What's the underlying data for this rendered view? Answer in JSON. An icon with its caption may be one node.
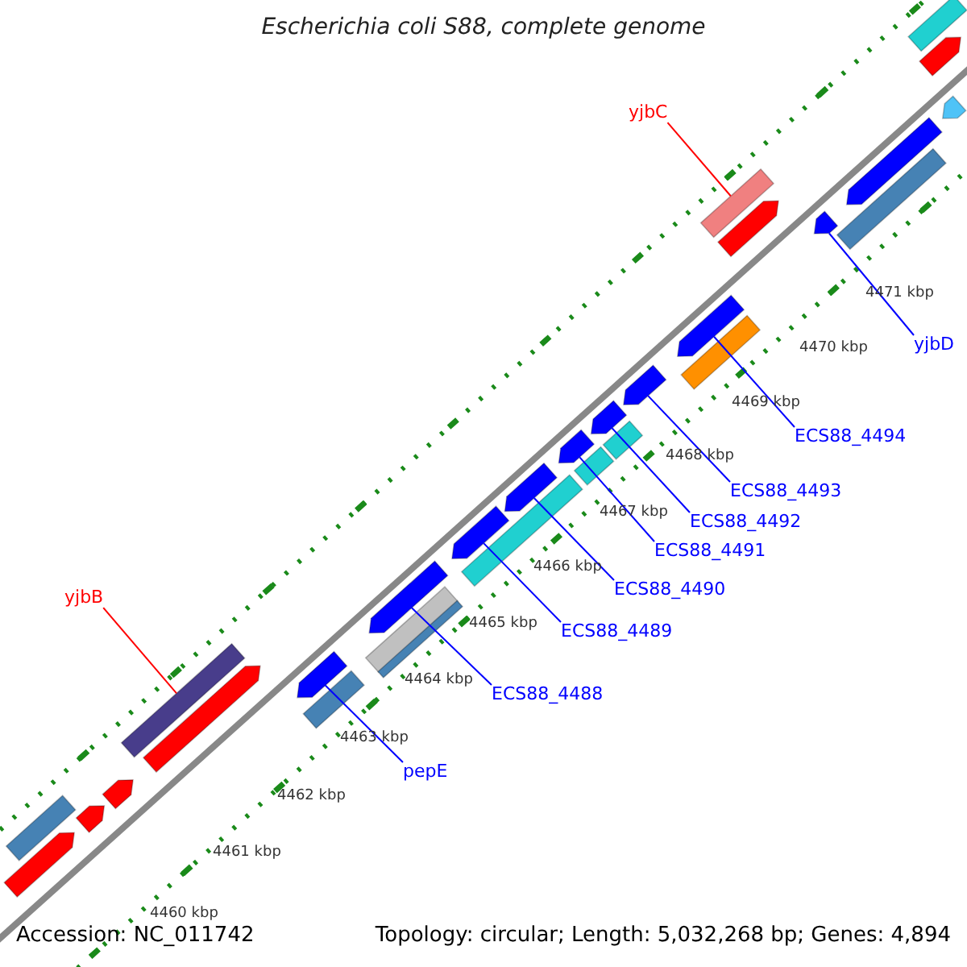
{
  "diagram": {
    "title": "Escherichia coli S88, complete genome",
    "nodes": [
      {
        "text": [
          "yjbC"
        ]
      },
      {
        "text": [
          "yjbD"
        ]
      },
      {
        "text": [
          "ECS88_4494"
        ]
      },
      {
        "text": [
          "ECS88_4493"
        ]
      },
      {
        "text": [
          "ECS88_4492"
        ]
      },
      {
        "text": [
          "ECS88_4491"
        ]
      },
      {
        "text": [
          "ECS88_4490"
        ]
      },
      {
        "text": [
          "ECS88_4489"
        ]
      },
      {
        "text": [
          "ECS88_4488"
        ]
      },
      {
        "text": [
          "pepE"
        ]
      },
      {
        "text": [
          "yjbB"
        ]
      },
      {
        "text": [],
        "shape": "arrow"
      },
      {
        "text": [],
        "shape": "bar"
      },
      {
        "text": [],
        "shape": "arrow"
      },
      {
        "text": [],
        "shape": "arrow"
      },
      {
        "text": [],
        "shape": "bar"
      },
      {
        "text": [],
        "shape": "arrow"
      },
      {
        "text": [],
        "shape": "arrow"
      },
      {
        "text": [],
        "shape": "bar"
      },
      {
        "text": [],
        "shape": "arrow"
      },
      {
        "text": [],
        "shape": "bar"
      },
      {
        "text": [],
        "shape": "bar"
      },
      {
        "text": [],
        "shape": "arrow"
      },
      {
        "text": [],
        "shape": "bar"
      },
      {
        "text": [],
        "shape": "arrow"
      },
      {
        "text": [],
        "shape": "arrow"
      },
      {
        "text": [],
        "shape": "bar"
      },
      {
        "text": [],
        "shape": "arrow"
      },
      {
        "text": [],
        "shape": "bar"
      },
      {
        "text": [],
        "shape": "arrow"
      },
      {
        "text": [],
        "shape": "arrow"
      },
      {
        "text": [],
        "shape": "bar"
      },
      {
        "text": [],
        "shape": "bar"
      },
      {
        "text": [],
        "shape": "arrow"
      },
      {
        "text": [],
        "shape": "arrow"
      },
      {
        "text": [],
        "shape": "bar"
      },
      {
        "text": [],
        "shape": "arrow"
      },
      {
        "text": [],
        "shape": "bar"
      },
      {
        "text": [],
        "shape": "arrow"
      },
      {
        "text": [],
        "shape": "arrow"
      }
    ],
    "edges": [
      {
        "from": 0,
        "to": 32,
        "arrow": "none",
        "color": "#ff0000"
      },
      {
        "from": 1,
        "to": 34,
        "arrow": "none"
      },
      {
        "from": 2,
        "to": 30,
        "arrow": "none"
      },
      {
        "from": 3,
        "to": 29,
        "arrow": "none"
      },
      {
        "from": 4,
        "to": 27,
        "arrow": "none"
      },
      {
        "from": 5,
        "to": 25,
        "arrow": "none"
      },
      {
        "from": 6,
        "to": 24,
        "arrow": "none"
      },
      {
        "from": 7,
        "to": 22,
        "arrow": "none"
      },
      {
        "from": 8,
        "to": 19,
        "arrow": "none"
      },
      {
        "from": 9,
        "to": 17,
        "arrow": "none"
      },
      {
        "from": 10,
        "to": 15,
        "arrow": "none",
        "color": "#ff0000"
      }
    ],
    "labels": [
      "4471 kbp",
      "4470 kbp",
      "4469 kbp",
      "4468 kbp",
      "4467 kbp",
      "4466 kbp",
      "4465 kbp",
      "4464 kbp",
      "4463 kbp",
      "4462 kbp",
      "4461 kbp",
      "4460 kbp",
      "Accession: NC_011742",
      "Topology: circular; Length: 5,032,268 bp; Genes: 4,894"
    ]
  }
}
